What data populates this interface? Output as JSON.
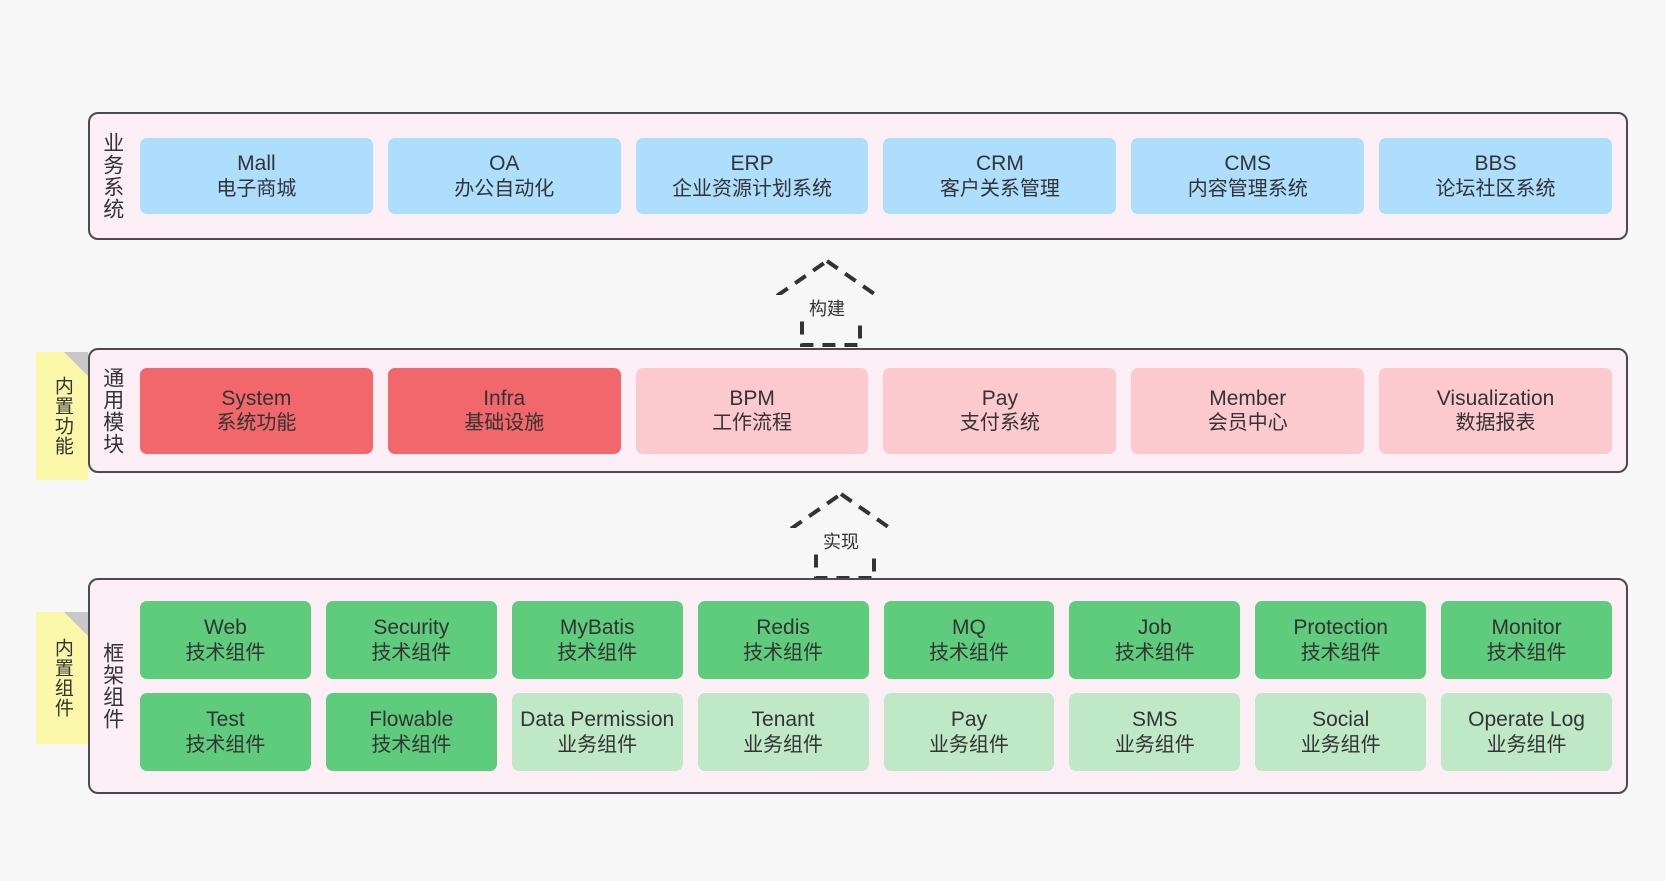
{
  "diagram": {
    "background": "#f7f7f7",
    "panel_bg": "#fbeef5",
    "panel_border": "#4b4b4b",
    "sticky_bg": "#fbf7a8",
    "colors": {
      "blue": "#addefd",
      "red_strong": "#f2676b",
      "red_soft": "#fcc9cf",
      "green_strong": "#5fcb7c",
      "green_soft": "#bfe8c7"
    }
  },
  "layers": [
    {
      "title": "业务系统",
      "rows": [
        [
          {
            "en": "Mall",
            "cn": "电子商城"
          },
          {
            "en": "OA",
            "cn": "办公自动化"
          },
          {
            "en": "ERP",
            "cn": "企业资源计划系统"
          },
          {
            "en": "CRM",
            "cn": "客户关系管理"
          },
          {
            "en": "CMS",
            "cn": "内容管理系统"
          },
          {
            "en": "BBS",
            "cn": "论坛社区系统"
          }
        ]
      ]
    },
    {
      "title": "通用模块",
      "sticky": "内置功能",
      "rows": [
        [
          {
            "en": "System",
            "cn": "系统功能"
          },
          {
            "en": "Infra",
            "cn": "基础设施"
          },
          {
            "en": "BPM",
            "cn": "工作流程"
          },
          {
            "en": "Pay",
            "cn": "支付系统"
          },
          {
            "en": "Member",
            "cn": "会员中心"
          },
          {
            "en": "Visualization",
            "cn": "数据报表"
          }
        ]
      ]
    },
    {
      "title": "框架组件",
      "sticky": "内置组件",
      "rows": [
        [
          {
            "en": "Web",
            "cn": "技术组件"
          },
          {
            "en": "Security",
            "cn": "技术组件"
          },
          {
            "en": "MyBatis",
            "cn": "技术组件"
          },
          {
            "en": "Redis",
            "cn": "技术组件"
          },
          {
            "en": "MQ",
            "cn": "技术组件"
          },
          {
            "en": "Job",
            "cn": "技术组件"
          },
          {
            "en": "Protection",
            "cn": "技术组件"
          },
          {
            "en": "Monitor",
            "cn": "技术组件"
          }
        ],
        [
          {
            "en": "Test",
            "cn": "技术组件"
          },
          {
            "en": "Flowable",
            "cn": "技术组件"
          },
          {
            "en": "Data Permission",
            "cn": "业务组件"
          },
          {
            "en": "Tenant",
            "cn": "业务组件"
          },
          {
            "en": "Pay",
            "cn": "业务组件"
          },
          {
            "en": "SMS",
            "cn": "业务组件"
          },
          {
            "en": "Social",
            "cn": "业务组件"
          },
          {
            "en": "Operate Log",
            "cn": "业务组件"
          }
        ]
      ]
    }
  ],
  "connectors": [
    {
      "label": "构建"
    },
    {
      "label": "实现"
    }
  ]
}
